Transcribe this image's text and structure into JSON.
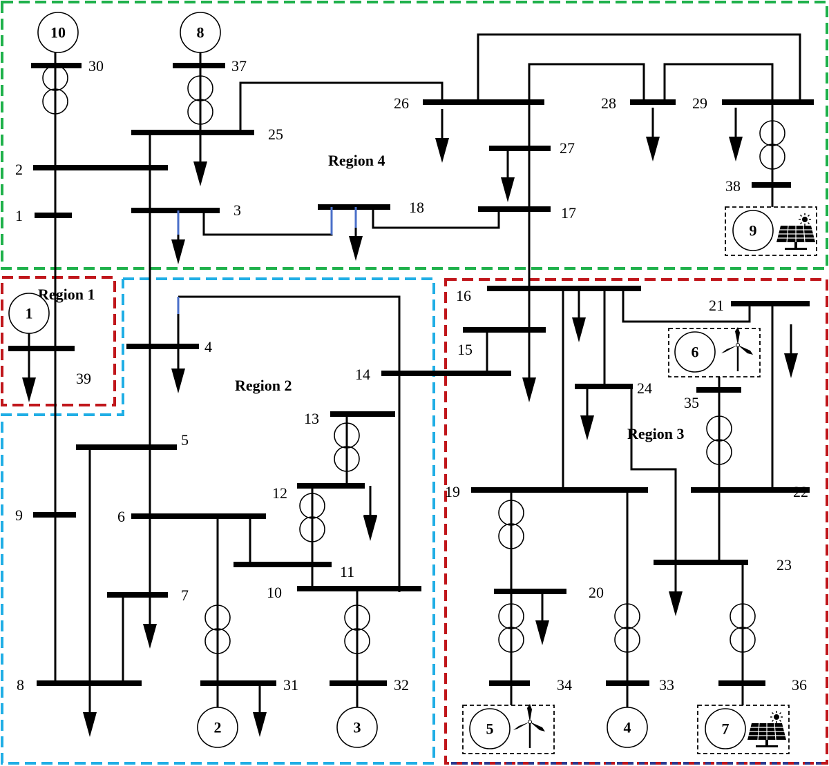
{
  "regions": [
    {
      "id": "region-4",
      "label": "Region 4",
      "color": "#1fb14b"
    },
    {
      "id": "region-1",
      "label": "Region 1",
      "color": "#c0161b"
    },
    {
      "id": "region-2",
      "label": "Region 2",
      "color": "#20aee5"
    },
    {
      "id": "region-3",
      "label": "Region 3",
      "color": "#c0161b"
    }
  ],
  "buses": [
    "1",
    "2",
    "3",
    "4",
    "5",
    "6",
    "7",
    "8",
    "9",
    "10",
    "11",
    "12",
    "13",
    "14",
    "15",
    "16",
    "17",
    "18",
    "19",
    "20",
    "21",
    "22",
    "23",
    "24",
    "25",
    "26",
    "27",
    "28",
    "29",
    "30",
    "31",
    "32",
    "33",
    "34",
    "35",
    "36",
    "37",
    "38",
    "39"
  ],
  "generators": [
    "1",
    "2",
    "3",
    "4",
    "5",
    "6",
    "7",
    "8",
    "9",
    "10"
  ],
  "renewables": [
    {
      "generator": "5",
      "icon": "wind-turbine-icon"
    },
    {
      "generator": "6",
      "icon": "wind-turbine-icon"
    },
    {
      "generator": "7",
      "icon": "solar-panel-icon"
    },
    {
      "generator": "9",
      "icon": "solar-panel-icon"
    }
  ]
}
